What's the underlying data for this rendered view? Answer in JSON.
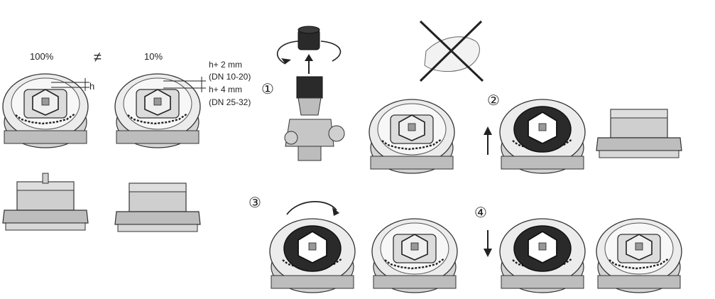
{
  "left": {
    "label_100": "100%",
    "not_equal": "≠",
    "label_10": "10%",
    "h_label": "h",
    "note_line1": "h+ 2 mm",
    "note_line2": "(DN 10-20)",
    "note_line3": "h+ 4 mm",
    "note_line4": "(DN 25-32)"
  },
  "steps": {
    "step1": "①",
    "step2": "②",
    "step3": "③",
    "step4": "④"
  },
  "colors": {
    "line": "#222222",
    "body_grey": "#c9c9c9",
    "dark_cap": "#2a2a2a",
    "light_cap": "#e6e6e6"
  },
  "icons": {
    "rotate": "rotate-arrow-icon",
    "up": "arrow-up-icon",
    "down": "arrow-down-icon",
    "no_hands": "crossed-hand-icon"
  }
}
